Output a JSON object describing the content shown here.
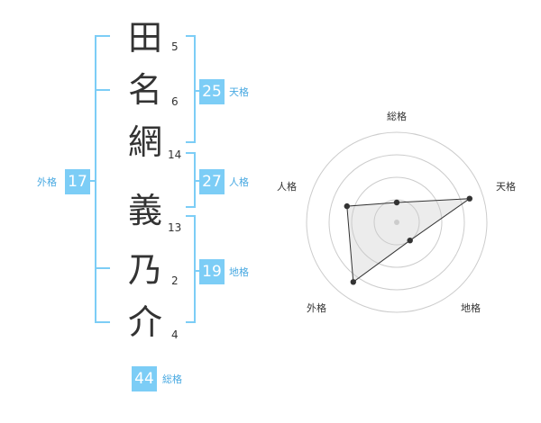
{
  "name_characters": [
    {
      "char": "田",
      "strokes": "5"
    },
    {
      "char": "名",
      "strokes": "6"
    },
    {
      "char": "網",
      "strokes": "14"
    },
    {
      "char": "義",
      "strokes": "13"
    },
    {
      "char": "乃",
      "strokes": "2"
    },
    {
      "char": "介",
      "strokes": "4"
    }
  ],
  "scores": {
    "tenkaku": {
      "value": "25",
      "label": "天格"
    },
    "jinkaku": {
      "value": "27",
      "label": "人格"
    },
    "chikaku": {
      "value": "19",
      "label": "地格"
    },
    "gaikaku": {
      "value": "17",
      "label": "外格"
    },
    "soukaku": {
      "value": "44",
      "label": "総格"
    }
  },
  "colors": {
    "accent": "#7ccdf6",
    "accent_text": "#48a9e2",
    "text": "#333333",
    "bracket": "#7ccdf6"
  },
  "chart_data": {
    "type": "radar",
    "axes": [
      "総格",
      "天格",
      "地格",
      "外格",
      "人格"
    ],
    "range": [
      0,
      1
    ],
    "rings": 4,
    "values": [
      0.22,
      0.85,
      0.25,
      0.82,
      0.58
    ]
  }
}
